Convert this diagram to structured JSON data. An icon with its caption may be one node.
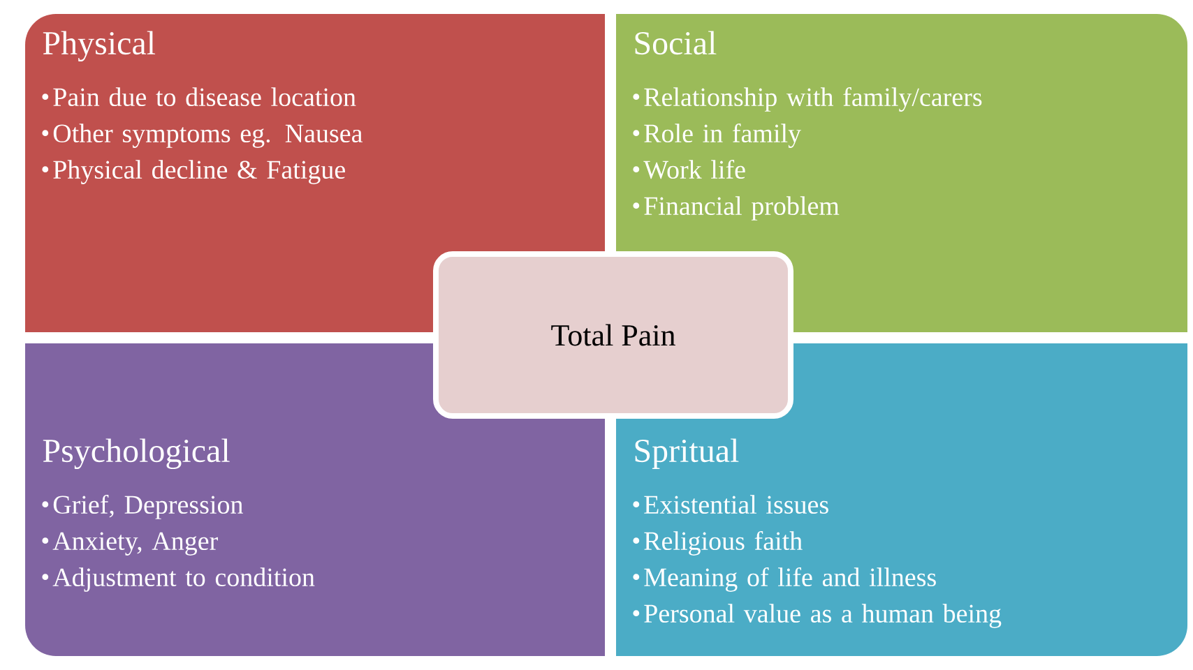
{
  "diagram": {
    "nodes": [
      {
        "text": [
          "Physical",
          "Pain due to disease location",
          "Other symptoms eg. Nausea",
          "Physical decline & Fatigue"
        ]
      },
      {
        "text": [
          "Social",
          "Relationship with family/carers",
          "Role in family",
          "Work life",
          "Financial problem"
        ]
      },
      {
        "text": [
          "Total Pain"
        ]
      },
      {
        "text": [
          "Psychological",
          "Grief, Depression",
          "Anxiety, Anger",
          "Adjustment to condition"
        ]
      },
      {
        "text": [
          "Spritual",
          "Existential issues",
          "Religious faith",
          "Meaning of life and illness",
          "Personal value as a human being"
        ]
      }
    ]
  }
}
